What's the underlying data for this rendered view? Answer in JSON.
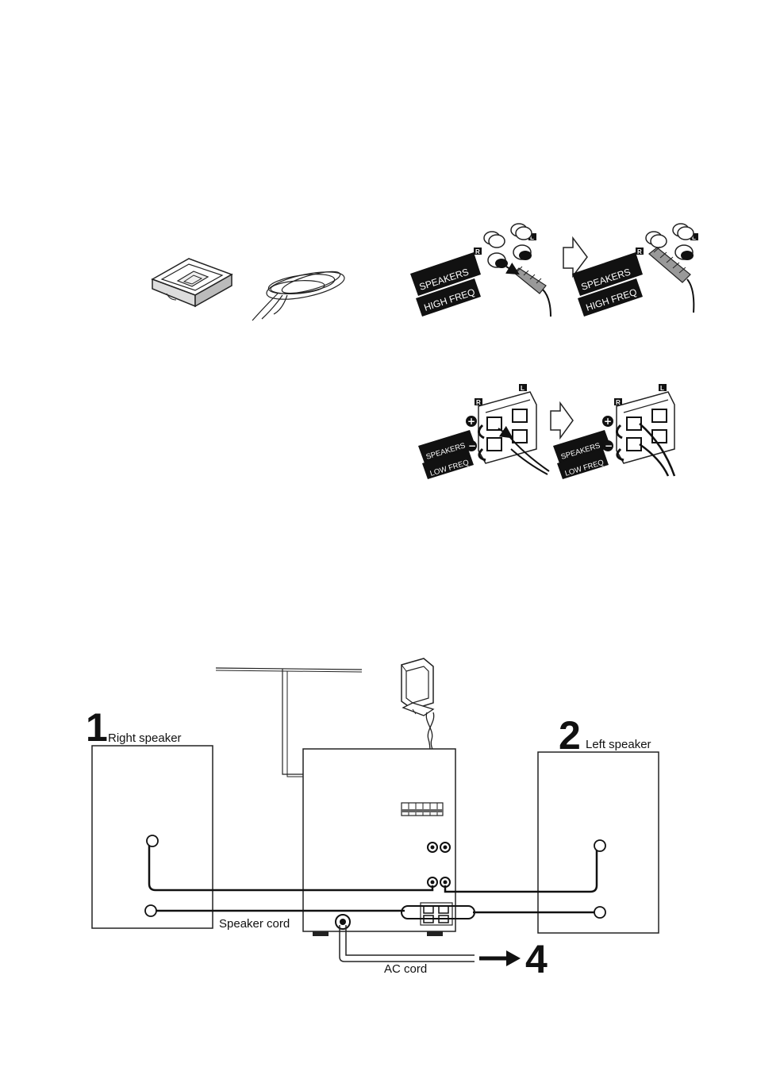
{
  "accessories": {
    "loop_antenna": "loop-antenna",
    "fm_wire_antenna": "fm-indoor-antenna"
  },
  "high_freq_panel": {
    "plate_line1": "SPEAKERS",
    "plate_line2": "HIGH FREQ",
    "channel_r": "R",
    "channel_l": "L"
  },
  "low_freq_panel": {
    "plate_line1": "SPEAKERS",
    "plate_line2": "LOW FREQ",
    "channel_r": "R",
    "channel_l": "L",
    "plus": "+",
    "minus": "−"
  },
  "connection": {
    "step_right_number": "1",
    "step_right_label": "Right speaker",
    "step_left_number": "2",
    "step_left_label": "Left speaker",
    "speaker_cord": "Speaker cord",
    "ac_cord": "AC cord",
    "step_ac_number": "4"
  }
}
